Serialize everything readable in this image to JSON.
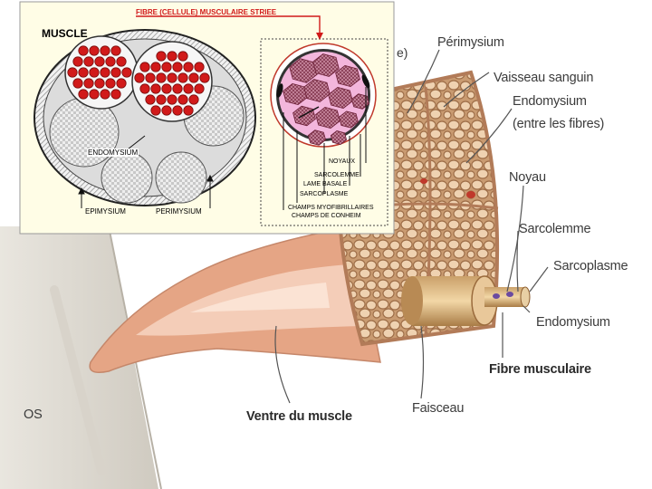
{
  "main_diagram": {
    "labels": {
      "top_fragment": "e)",
      "perimysium": "Périmysium",
      "vaisseau": "Vaisseau sanguin",
      "endomysium_line1": "Endomysium",
      "endomysium_line2": "(entre les fibres)",
      "noyau": "Noyau",
      "sarcolemme": "Sarcolemme",
      "sarcoplasme": "Sarcoplasme",
      "endomysium_fibre": "Endomysium",
      "fibre_musculaire": "Fibre musculaire",
      "faisceau": "Faisceau",
      "ventre": "Ventre du muscle",
      "os": "OS"
    }
  },
  "inset": {
    "title": "FIBRE (CELLULE) MUSCULAIRE STRIEE",
    "muscle": "MUSCLE",
    "endomysium": "ENDOMYSIUM",
    "epimysium": "EPIMYSIUM",
    "perimysium": "PERIMYSIUM",
    "fibre_labels": [
      "NOYAUX",
      "SARCOLEMME",
      "LAME BASALE",
      "SARCOPLASME",
      "CHAMPS MYOFIBRILLAIRES",
      "CHAMPS DE CONHEIM"
    ]
  },
  "colors": {
    "flesh": "#e8a888",
    "flesh_light": "#f6d3bf",
    "fibre_tan": "#dcb68c",
    "inset_red": "#d11a1a",
    "inset_pink": "#f3b6dc"
  }
}
